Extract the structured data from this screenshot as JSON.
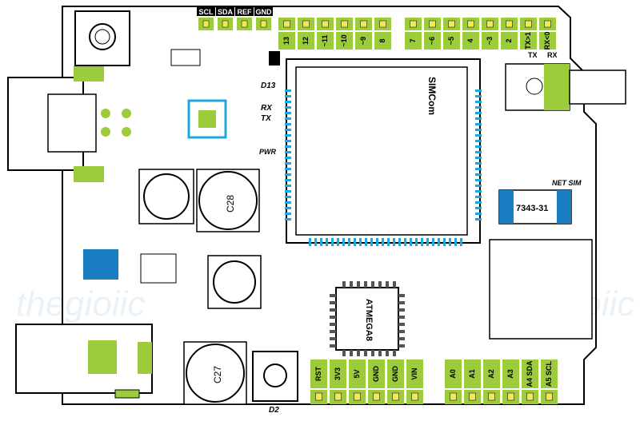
{
  "header_pins": {
    "i2c_labels": [
      "SCL",
      "SDA",
      "REF",
      "GND"
    ],
    "digital_high": [
      "13",
      "12",
      "~11",
      "~10",
      "~9",
      "8"
    ],
    "digital_low": [
      "7",
      "~6",
      "~5",
      "4",
      "~3",
      "2",
      "TX>1",
      "RX<0"
    ]
  },
  "power_pins": [
    "RST",
    "3V3",
    "5V",
    "GND",
    "GND",
    "VIN"
  ],
  "analog_pins": [
    "A0",
    "A1",
    "A2",
    "A3",
    "A4 SDA",
    "A5 SCL"
  ],
  "leds": {
    "d13": "D13",
    "rx": "RX",
    "tx": "TX",
    "pwr": "PWR"
  },
  "serial": {
    "tx": "TX",
    "rx": "RX"
  },
  "components": {
    "c28": "C28",
    "c27": "C27",
    "d2": "D2",
    "atmega": "ATMEGA8",
    "tantalum": "7343-31",
    "net_sim": "NET SIM",
    "simcom": "SIMCom"
  },
  "watermark": "thegioiic",
  "colors": {
    "board_outline": "#000000",
    "pad_green": "#9ccb3b",
    "pad_blue": "#1ea7e1",
    "ic_body": "#1a1a1a",
    "chip_blue": "#1b7ec2",
    "pin_gold": "#f2e94e",
    "label_bg": "#000000"
  }
}
